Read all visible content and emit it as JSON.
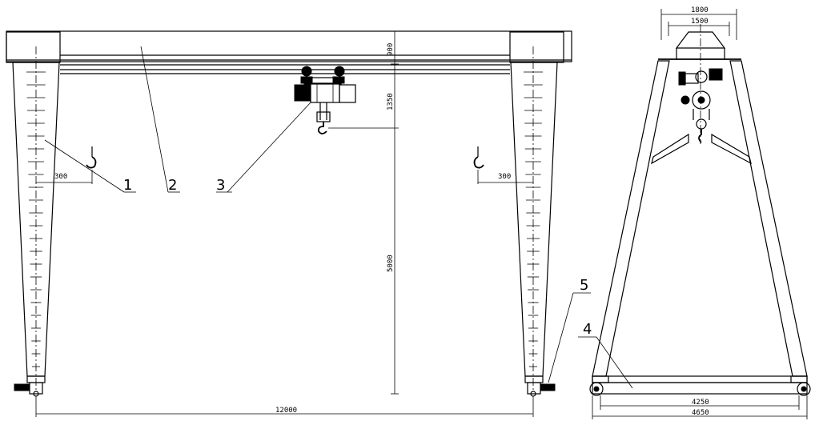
{
  "callouts": [
    "1",
    "2",
    "3",
    "4",
    "5"
  ],
  "front_dims": {
    "hook_offset_left": "300",
    "hook_offset_right": "300",
    "girder_height": "900",
    "hoist_height": "1350",
    "lift_height": "5000",
    "span": "12000"
  },
  "side_dims": {
    "top_outer": "1800",
    "top_inner": "1500",
    "base_inner": "4250",
    "base_outer": "4650"
  }
}
